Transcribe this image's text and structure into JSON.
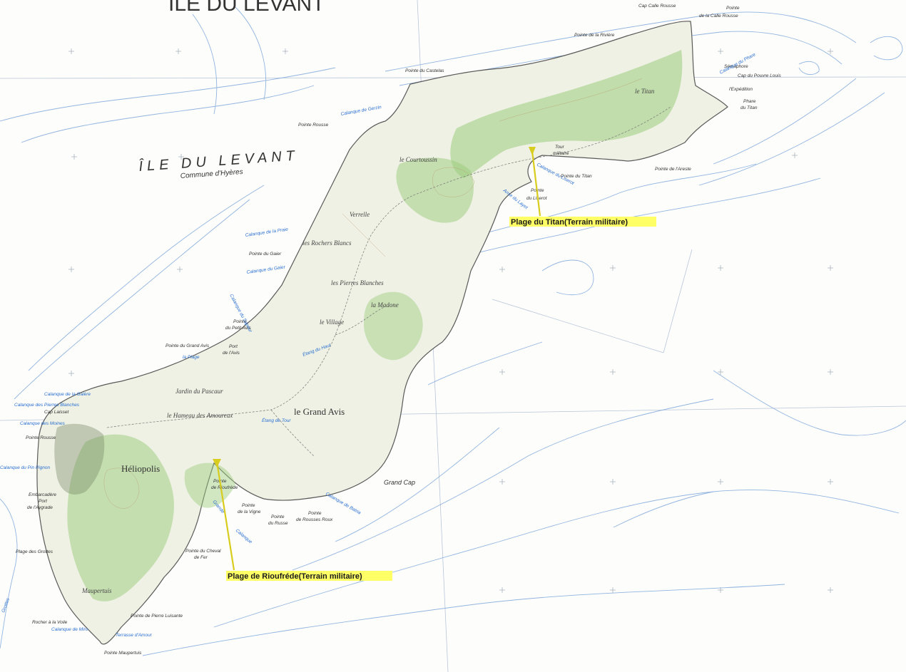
{
  "title": "ÎLE DU LEVANT",
  "island_label": "ÎLE DU LEVANT",
  "island_sublabel": "Commune d'Hyères",
  "colors": {
    "land": "#f2f4ea",
    "relief": "#8bbf6a",
    "sea_lines": "#6f9fd8",
    "callout_fill": "#ffff66",
    "callout_marker": "#d8cc1e"
  },
  "callouts": [
    {
      "id": "titan",
      "label": "Plage du Titan(Terrain militaire)"
    },
    {
      "id": "rioufrede",
      "label": "Plage de Rioufréde(Terrain militaire)"
    }
  ],
  "places": {
    "grand_avis": "le Grand Avis",
    "heliopolis": "Héliopolis",
    "la_madone": "la Madone",
    "le_courtoussin": "le Courtoussin",
    "le_titan": "le Titan",
    "verrelle": "Verrelle",
    "rochers_blancs": "les Rochers Blancs",
    "pierres_blanches": "les Pierres Blanches",
    "jardin_pascaur": "Jardin du Pascaur",
    "hameau_amoureux": "le Hameau des Amoureux",
    "maupertuis": "Maupertuis",
    "le_village": "le Village"
  },
  "coast_labels": {
    "pointe_castelas": "Pointe du Castelas",
    "pointe_rousse": "Pointe Rousse",
    "cap_calle_rousse": "Cap Calle Rousse",
    "pointe_calle_rousse_1": "Pointe",
    "pointe_calle_rousse_2": "de la Calle Rousse",
    "pointe_riviere": "Pointe de la Rivière",
    "cap_pouvre_louis": "Cap du Pouvre Louis",
    "expedition": "l'Expédition",
    "phare_titan_1": "Phare",
    "phare_titan_2": "du Titan",
    "pointe_areste": "Pointe de l'Areste",
    "pointe_titan": "Pointe du Titan",
    "pointe_liserot_1": "Pointe",
    "pointe_liserot_2": "du Liserot",
    "pointe_gaier": "Pointe du Gaier",
    "pointe_petit_avis_1": "Pointe",
    "pointe_petit_avis_2": "du Petit Avis",
    "pointe_grand_avis": "Pointe du Grand Avis",
    "port_avis_1": "Port",
    "port_avis_2": "de l'Avis",
    "cap_laisset": "Cap Laisset",
    "pointe_rousse_w": "Pointe Rousse",
    "embarcadere_1": "Embarcadère",
    "embarcadere_2": "Port",
    "embarcadere_3": "de l'Aygrade",
    "plage_grottes": "Plage des Grottes",
    "rocher_voile": "Rocher à la Voile",
    "pointe_maupertuis": "Pointe Maupertuis",
    "pointe_pierre_luisante": "Pointe de Pierre Luisante",
    "pointe_cheval_1": "Pointe du Cheval",
    "pointe_cheval_2": "de Fer",
    "pointe_vigne_1": "Pointe",
    "pointe_vigne_2": "de la Vigne",
    "pointe_russe_1": "Pointe",
    "pointe_russe_2": "du Russe",
    "pointe_rousses_roux_1": "Pointe",
    "pointe_rousses_roux_2": "de Rousses Roux",
    "grand_cap": "Grand Cap",
    "pointe_rioufrede_1": "Pointe",
    "pointe_rioufrede_2": "de Rioufréde",
    "tour_1": "Tour",
    "tour_2": "militaire",
    "semaphore": "Sémaphore"
  },
  "sea_labels": {
    "calanque_phare": "Calanque du Phare",
    "calanque_gerzin": "Calanque de Gerzin",
    "calanque_praie": "Calanque de la Praie",
    "calanque_gaier": "Calanque du Gaier",
    "calanque_liserot": "Calanque du Liserot",
    "anse_layet": "Anse du Layet",
    "calanque_sapeur": "Calanque du Sapeur",
    "calanque_galere": "Calanque de la Galère",
    "calanque_pierres_blanches": "Calanque des Pierres Blanches",
    "calanque_moines": "Calanque des Moines",
    "calanque_pin_pignon": "Calanque du Pin Pignon",
    "calanque_miro": "Calanque de Miro",
    "terrasse_amour": "Terrasse d'Amour",
    "calanque_batria": "Calanque de Batria",
    "grande_calanque_1": "Grande",
    "grande_calanque_2": "Calanque",
    "la_plage": "la Plage",
    "etang_haut": "Étang du Haut",
    "etang_tour": "Étang de Tour",
    "grottes": "Grottes"
  }
}
